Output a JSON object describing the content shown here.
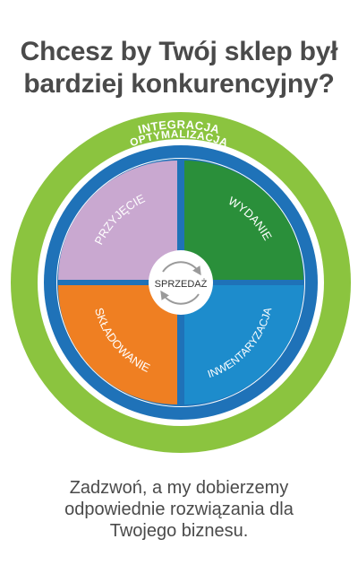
{
  "headline": {
    "line1": "Chcesz by Twój sklep był",
    "line2": "bardziej konkurencyjny?"
  },
  "diagram": {
    "outer_ring_label": "INTEGRACJA",
    "middle_ring_label": "OPTYMALIZACJA",
    "center_label": "SPRZEDAŻ",
    "center_icon": "refresh-cycle-icon",
    "quadrants": [
      {
        "label": "PRZYJĘCIE",
        "color": "#c9a8d0"
      },
      {
        "label": "WYDANIE",
        "color": "#2a8f3a"
      },
      {
        "label": "INWENTARYZACJA",
        "color": "#1d8ccc"
      },
      {
        "label": "SKŁADOWANIE",
        "color": "#ef7f22"
      }
    ],
    "colors": {
      "outer_ring": "#8bc43f",
      "middle_ring": "#1f72b8",
      "inner_ring": "#ffffff"
    }
  },
  "footer": {
    "line1": "Zadzwoń, a my dobierzemy",
    "line2": "odpowiednie rozwiązania dla",
    "line3": "Twojego biznesu."
  }
}
